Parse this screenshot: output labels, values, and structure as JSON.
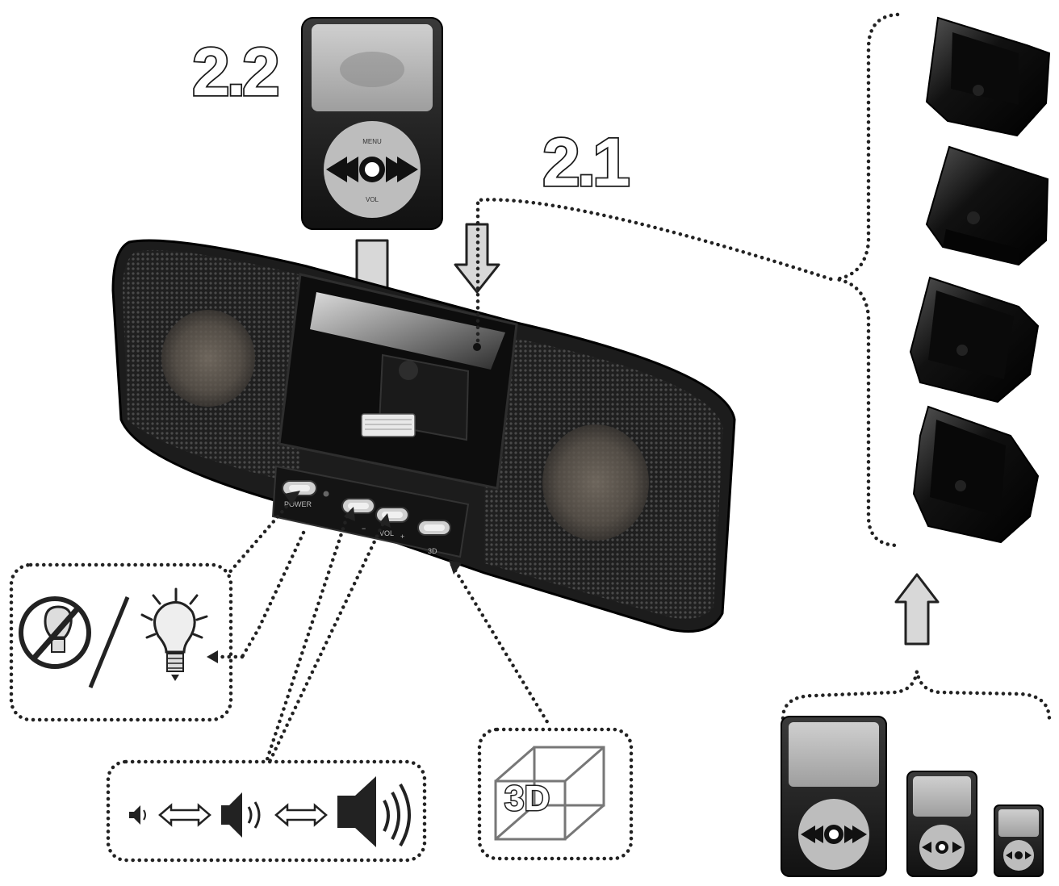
{
  "labels": {
    "step_dock": "2.2",
    "step_adapter": "2.1",
    "effect_3d": "3D"
  },
  "device_controls": {
    "power": "POWER",
    "vol_minus": "−",
    "vol": "VOL",
    "vol_plus": "+",
    "three_d": "3D"
  },
  "player_wheel": {
    "top": "MENU",
    "bottom": "VOL"
  },
  "colors": {
    "device_body": "#1c1c1c",
    "speaker_grille": "#2b2b2b",
    "arrow_fill": "#d8d8d8",
    "dotted_line": "#222222"
  },
  "icons": {
    "light_toggle": [
      "light-off-icon",
      "light-on-icon"
    ],
    "volume_levels": [
      "volume-low-icon",
      "volume-mid-icon",
      "volume-high-icon"
    ],
    "effect": "cube-3d-icon"
  }
}
